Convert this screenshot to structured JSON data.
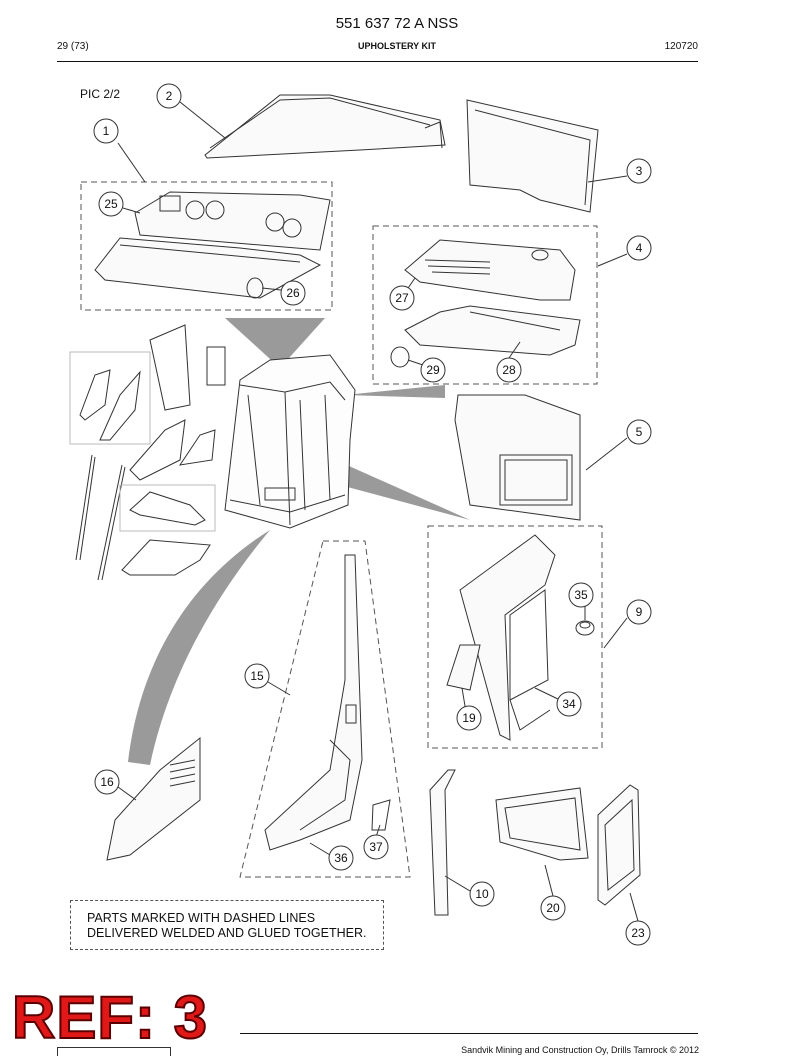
{
  "header": {
    "doc_number": "551 637 72 A NSS",
    "page": "29 (73)",
    "title": "UPHOLSTERY KIT",
    "date_code": "120720"
  },
  "diagram": {
    "picture_label": "PIC 2/2",
    "callouts": [
      "1",
      "2",
      "3",
      "4",
      "5",
      "9",
      "10",
      "15",
      "16",
      "19",
      "20",
      "23",
      "25",
      "26",
      "27",
      "28",
      "29",
      "34",
      "35",
      "36",
      "37"
    ]
  },
  "note": {
    "line1": "PARTS MARKED WITH DASHED LINES",
    "line2": "DELIVERED WELDED AND GLUED TOGETHER."
  },
  "stamp": {
    "ref": "REF: 3"
  },
  "footer": {
    "copyright": "Sandvik Mining and Construction Oy, Drills Tamrock © 2012"
  }
}
